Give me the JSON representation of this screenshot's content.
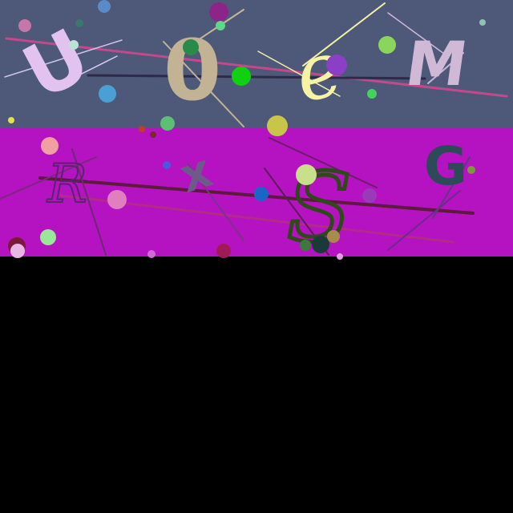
{
  "colors": {
    "top_band": "#4e5878",
    "bottom_band": "#b513c2",
    "empty_area": "#000000"
  },
  "top_glyphs": [
    {
      "key": "u",
      "text": "U",
      "color": "#e2c3f0"
    },
    {
      "key": "zero",
      "text": "0",
      "color": "#c1b394"
    },
    {
      "key": "e",
      "text": "e",
      "color": "#f6f3a4"
    },
    {
      "key": "m",
      "text": "M",
      "color": "#d0b9d6"
    }
  ],
  "bottom_glyphs": [
    {
      "key": "r",
      "text": "R",
      "color": "#5b2270"
    },
    {
      "key": "x",
      "text": "x",
      "color": "#6e5a8a"
    },
    {
      "key": "s",
      "text": "S",
      "color": "#2f4a1a"
    },
    {
      "key": "g",
      "text": "G",
      "color": "#2d4a58"
    }
  ]
}
